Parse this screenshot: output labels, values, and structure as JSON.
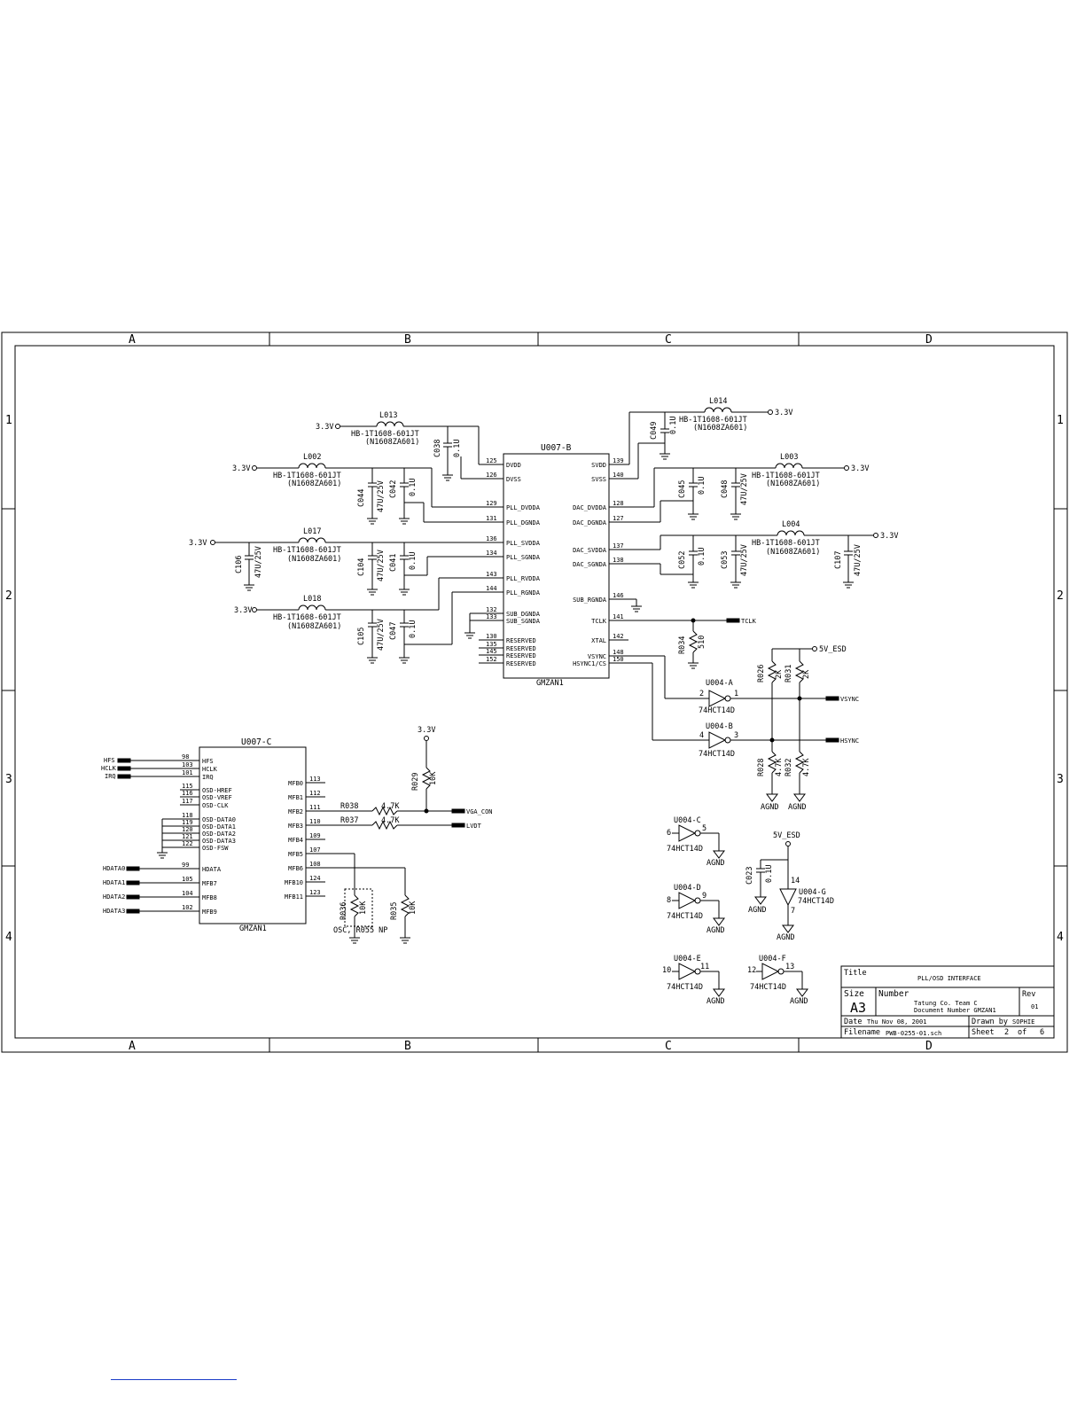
{
  "border": {
    "columns": [
      "A",
      "B",
      "C",
      "D"
    ],
    "rows": [
      "1",
      "2",
      "3",
      "4"
    ]
  },
  "title_block": {
    "title_label": "Title",
    "title": "PLL/OSD INTERFACE",
    "size_label": "Size",
    "size": "A3",
    "number_label": "Number",
    "number_line1": "Tatung Co. Team C",
    "number_line2": "Document Number GMZAN1",
    "rev_label": "Rev",
    "rev": "01",
    "date_label": "Date",
    "date": "Thu Nov 08, 2001",
    "drawn_label": "Drawn by",
    "drawn": "SOPHIE",
    "filename_label": "Filename",
    "filename": "PWB-0255-01.sch",
    "sheet_label": "Sheet",
    "sheet": "2",
    "of_label": "of",
    "sheets": "6"
  },
  "u007b": {
    "ref": "U007-B",
    "part": "GMZAN1",
    "left_pins": [
      {
        "num": "125",
        "name": "DVDD"
      },
      {
        "num": "126",
        "name": "DVSS"
      },
      {
        "num": "129",
        "name": "PLL_DVDDA"
      },
      {
        "num": "131",
        "name": "PLL_DGNDA"
      },
      {
        "num": "136",
        "name": "PLL_SVDDA"
      },
      {
        "num": "134",
        "name": "PLL_SGNDA"
      },
      {
        "num": "143",
        "name": "PLL_RVDDA"
      },
      {
        "num": "144",
        "name": "PLL_RGNDA"
      },
      {
        "num": "132",
        "name": "SUB_DGNDA"
      },
      {
        "num": "133",
        "name": "SUB_SGNDA"
      },
      {
        "num": "130",
        "name": "RESERVED"
      },
      {
        "num": "135",
        "name": "RESERVED"
      },
      {
        "num": "145",
        "name": "RESERVED"
      },
      {
        "num": "152",
        "name": "RESERVED"
      }
    ],
    "right_pins": [
      {
        "num": "139",
        "name": "SVDD"
      },
      {
        "num": "140",
        "name": "SVSS"
      },
      {
        "num": "128",
        "name": "DAC_DVDDA"
      },
      {
        "num": "127",
        "name": "DAC_DGNDA"
      },
      {
        "num": "137",
        "name": "DAC_SVDDA"
      },
      {
        "num": "138",
        "name": "DAC_SGNDA"
      },
      {
        "num": "146",
        "name": "SUB_RGNDA"
      },
      {
        "num": "141",
        "name": "TCLK"
      },
      {
        "num": "142",
        "name": "XTAL"
      },
      {
        "num": "148",
        "name": "VSYNC"
      },
      {
        "num": "150",
        "name": "HSYNC1/CS"
      }
    ]
  },
  "u007c": {
    "ref": "U007-C",
    "part": "GMZAN1",
    "left_pins": [
      {
        "num": "98",
        "name": "HFS"
      },
      {
        "num": "103",
        "name": "HCLK"
      },
      {
        "num": "101",
        "name": "IRQ"
      },
      {
        "num": "115",
        "name": "OSD-HREF"
      },
      {
        "num": "116",
        "name": "OSD-VREF"
      },
      {
        "num": "117",
        "name": "OSD-CLK"
      },
      {
        "num": "118",
        "name": "OSD-DATA0"
      },
      {
        "num": "119",
        "name": "OSD-DATA1"
      },
      {
        "num": "120",
        "name": "OSD-DATA2"
      },
      {
        "num": "121",
        "name": "OSD-DATA3"
      },
      {
        "num": "122",
        "name": "OSD-FSW"
      },
      {
        "num": "99",
        "name": "HDATA"
      },
      {
        "num": "105",
        "name": "MFB7"
      },
      {
        "num": "104",
        "name": "MFB8"
      },
      {
        "num": "102",
        "name": "MFB9"
      }
    ],
    "right_pins": [
      {
        "num": "113",
        "name": "MFB0"
      },
      {
        "num": "112",
        "name": "MFB1"
      },
      {
        "num": "111",
        "name": "MFB2"
      },
      {
        "num": "110",
        "name": "MFB3"
      },
      {
        "num": "109",
        "name": "MFB4"
      },
      {
        "num": "107",
        "name": "MFB5"
      },
      {
        "num": "108",
        "name": "MFB6"
      },
      {
        "num": "124",
        "name": "MFB10"
      },
      {
        "num": "123",
        "name": "MFB11"
      }
    ]
  },
  "labels": {
    "v33": "3.3V",
    "v5esd": "5V_ESD",
    "agnd": "AGND",
    "l013": "L013",
    "l002": "L002",
    "l017": "L017",
    "l018": "L018",
    "l014": "L014",
    "l003": "L003",
    "l004": "L004",
    "bead": "HB-1T1608-601JT",
    "bead_alt": "(N1608ZA601)",
    "c038": "C038",
    "c044": "C044",
    "c042": "C042",
    "c106": "C106",
    "c104": "C104",
    "c041": "C041",
    "c105": "C105",
    "c047": "C047",
    "c049": "C049",
    "c045": "C045",
    "c048": "C048",
    "c052": "C052",
    "c053": "C053",
    "c107": "C107",
    "c023": "C023",
    "v01u": "0.1U",
    "v47u": "47U/25V",
    "r034": "R034",
    "v510": "510",
    "r026": "R026",
    "r031": "R031",
    "v2k": "2K",
    "r028": "R028",
    "r032": "R032",
    "v47k": "4.7K",
    "r029": "R029",
    "v10k": "10K",
    "r038": "R038",
    "r037": "R037",
    "r036": "R036",
    "r035": "R035",
    "osc_note": "OSC, R055 NP",
    "u004a": "U004-A",
    "u004b": "U004-B",
    "u004c": "U004-C",
    "u004d": "U004-D",
    "u004e": "U004-E",
    "u004f": "U004-F",
    "u004g": "U004-G",
    "hct": "74HCT14D",
    "tclk": "TCLK",
    "vsync": "VSYNC",
    "hsync": "HSYNC",
    "hfs": "HFS",
    "hclk": "HCLK",
    "irq": "IRQ",
    "hdata0": "HDATA0",
    "hdata1": "HDATA1",
    "hdata2": "HDATA2",
    "hdata3": "HDATA3",
    "vga_con": "VGA_CON",
    "lvdt": "LVDT",
    "p1": "1",
    "p2": "2",
    "p3": "3",
    "p4": "4",
    "p5": "5",
    "p6": "6",
    "p7": "7",
    "p8": "8",
    "p9": "9",
    "p10": "10",
    "p11": "11",
    "p12": "12",
    "p13": "13",
    "p14": "14"
  }
}
